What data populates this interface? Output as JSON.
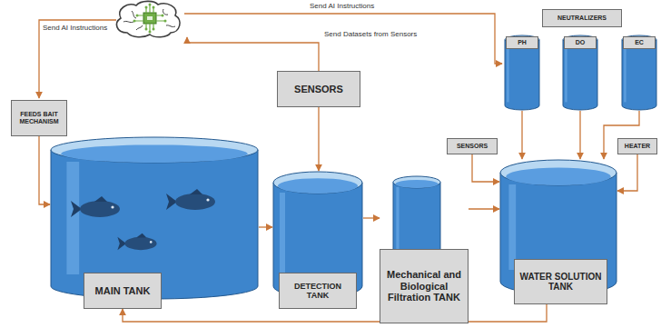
{
  "diagram": {
    "nodes": [
      {
        "text": [
          "NEUTRALIZERS"
        ]
      },
      {
        "text": [
          "PH"
        ]
      },
      {
        "text": [
          "DO"
        ]
      },
      {
        "text": [
          "EC"
        ]
      },
      {
        "text": [
          "SENSORS"
        ]
      },
      {
        "text": [
          "FEEDS BAIT MECHANISM"
        ]
      },
      {
        "text": [
          "SENSORS"
        ]
      },
      {
        "text": [
          "HEATER"
        ]
      },
      {
        "text": [
          "MAIN TANK"
        ]
      },
      {
        "text": [
          "DETECTION TANK"
        ]
      },
      {
        "text": [
          "Mechanical and Biological Filtration TANK"
        ]
      },
      {
        "text": [
          "WATER SOLUTION TANK"
        ]
      }
    ],
    "edges": [
      {
        "from": 5,
        "to": 8,
        "arrow": "to"
      },
      {
        "from": 4,
        "to": 9,
        "arrow": "to"
      },
      {
        "from": 8,
        "to": 9,
        "arrow": "to"
      },
      {
        "from": 9,
        "to": 10,
        "arrow": "to"
      },
      {
        "from": 10,
        "to": 11,
        "arrow": "to"
      },
      {
        "from": 11,
        "to": 8,
        "arrow": "to"
      },
      {
        "from": 1,
        "to": 11,
        "arrow": "to"
      },
      {
        "from": 2,
        "to": 11,
        "arrow": "to"
      },
      {
        "from": 3,
        "to": 11,
        "arrow": "to"
      },
      {
        "from": 6,
        "to": 11,
        "arrow": "to"
      },
      {
        "from": 7,
        "to": 11,
        "arrow": "to"
      }
    ],
    "labels": [
      "Send AI Instructions",
      "Send AI Instructions",
      "Send Datasets from Sensors"
    ]
  }
}
